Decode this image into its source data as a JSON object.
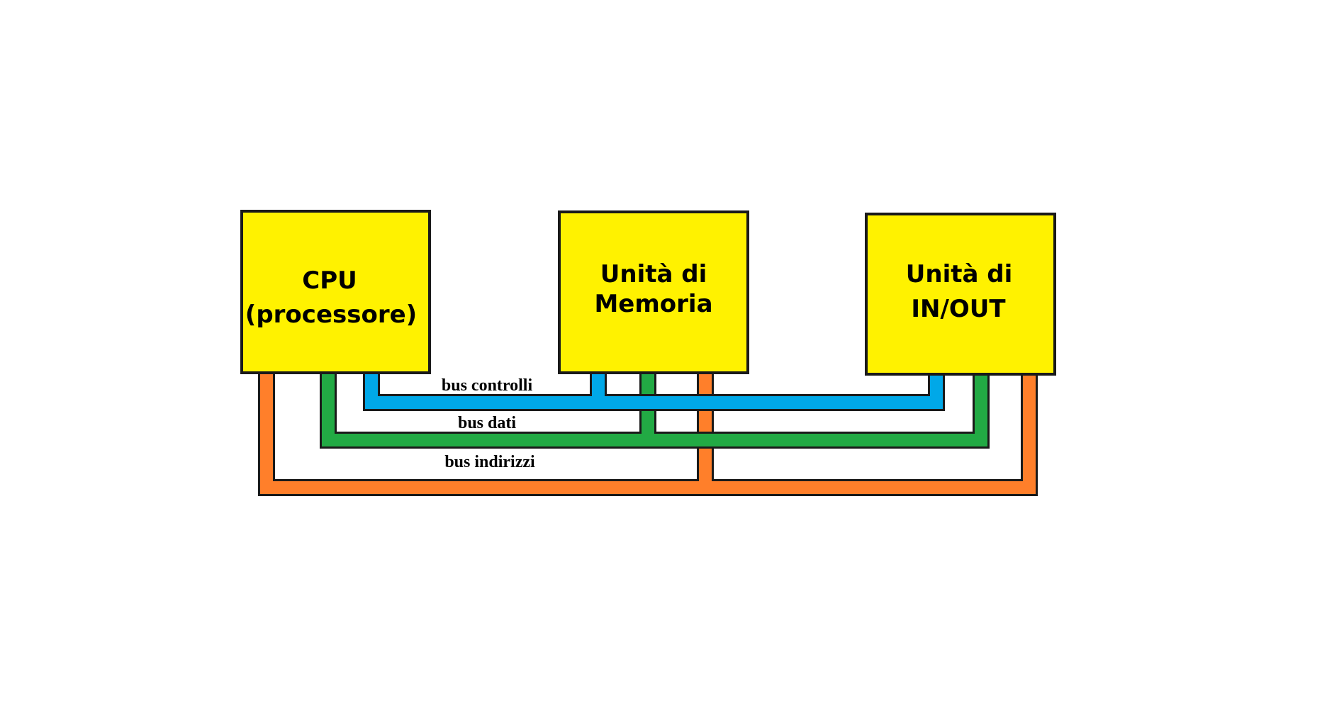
{
  "units": {
    "cpu": {
      "line1": "CPU",
      "line2": "(processore)"
    },
    "memory": {
      "line1": "Unità di",
      "line2": "Memoria"
    },
    "io": {
      "line1": "Unità di",
      "line2": "IN/OUT"
    }
  },
  "buses": {
    "control": {
      "label": "bus controlli",
      "color": "#00a8e8"
    },
    "data": {
      "label": "bus dati",
      "color": "#22aa44"
    },
    "address": {
      "label": "bus indirizzi",
      "color": "#ff7f2a"
    }
  },
  "colors": {
    "unit_fill": "#fff200",
    "outline": "#1a1a1a"
  }
}
